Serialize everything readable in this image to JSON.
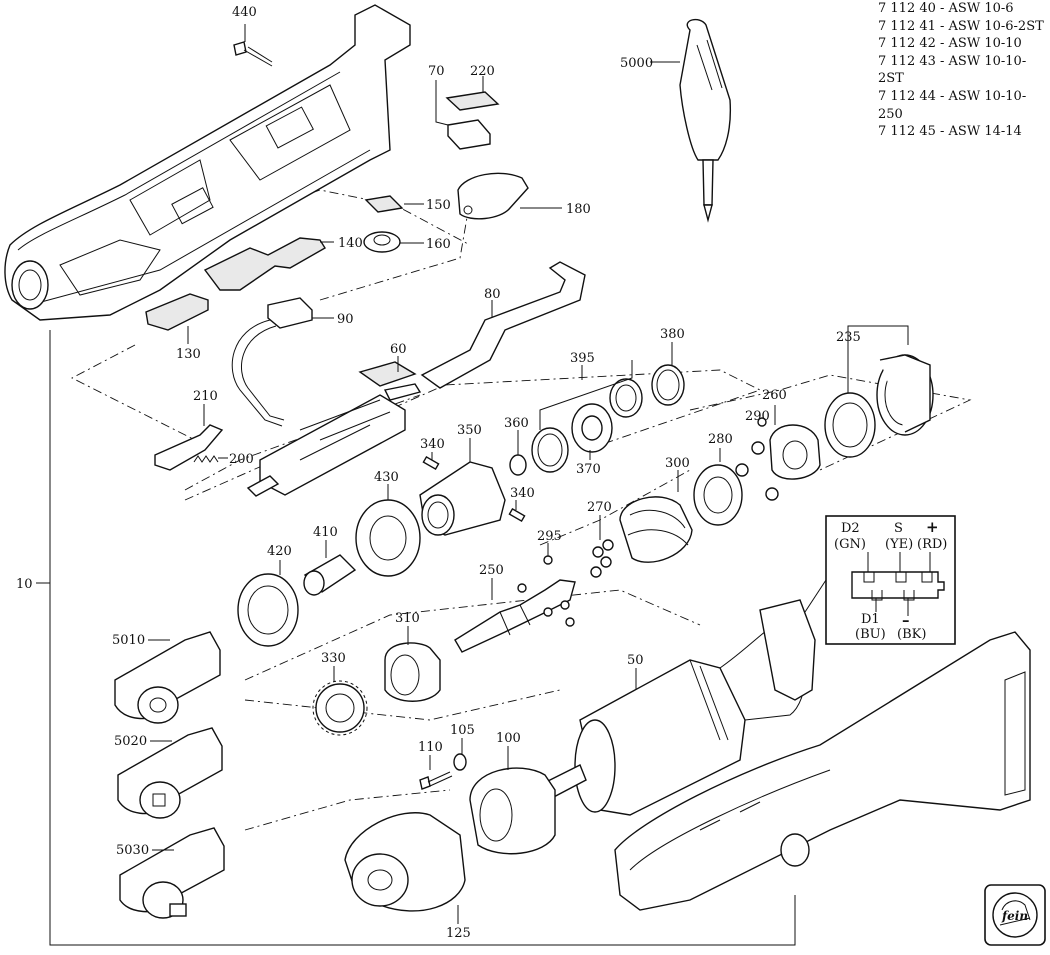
{
  "models": [
    "7 112 40 - ASW 10-6",
    "7 112 41 - ASW 10-6-2ST",
    "7 112 42 - ASW 10-10",
    "7 112 43 - ASW 10-10-2ST",
    "7 112 44 - ASW 10-10-250",
    "7 112 45 - ASW 14-14"
  ],
  "labels": {
    "p440": "440",
    "p70": "70",
    "p220": "220",
    "p5000": "5000",
    "p150": "150",
    "p180": "180",
    "p140": "140",
    "p160": "160",
    "p80": "80",
    "p90": "90",
    "p130": "130",
    "p60": "60",
    "p380": "380",
    "p395": "395",
    "p235": "235",
    "p210": "210",
    "p360": "360",
    "p350": "350",
    "p340a": "340",
    "p200": "200",
    "p260": "260",
    "p290": "290",
    "p370": "370",
    "p280": "280",
    "p430": "430",
    "p340b": "340",
    "p300": "300",
    "p270": "270",
    "p410": "410",
    "p420": "420",
    "p295": "295",
    "p10": "10",
    "p250": "250",
    "p5010": "5010",
    "p310": "310",
    "p330": "330",
    "p50": "50",
    "p5020": "5020",
    "p105": "105",
    "p110": "110",
    "p100": "100",
    "p5030": "5030",
    "p125": "125"
  },
  "wiring": {
    "d2": "D2",
    "gn": "(GN)",
    "s": "S",
    "ye": "(YE)",
    "plus": "+",
    "rd": "(RD)",
    "d1": "D1",
    "minus": "–",
    "bu": "(BU)",
    "bk": "(BK)"
  },
  "brand": {
    "logo_text": "fein"
  }
}
